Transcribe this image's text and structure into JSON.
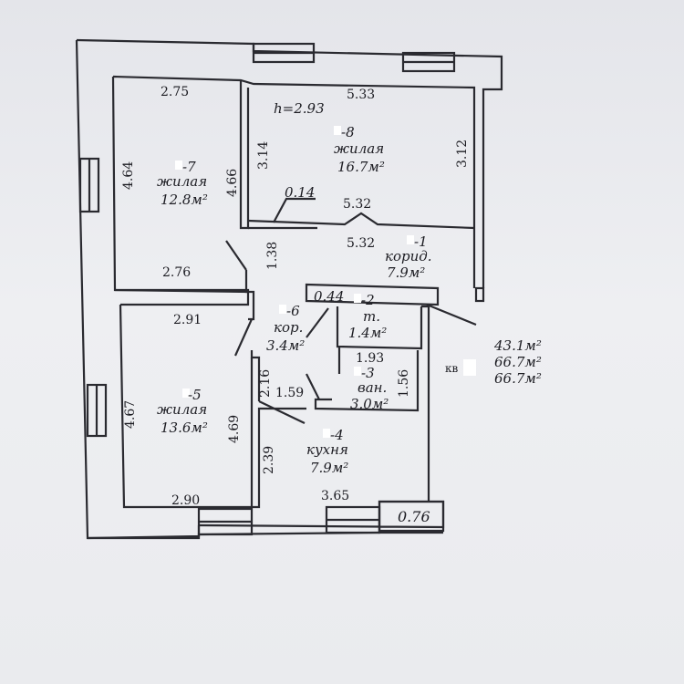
{
  "plan": {
    "height_note": "h=2.93",
    "rooms": [
      {
        "num": "-8",
        "type": "жилая",
        "area": "16.7м²"
      },
      {
        "num": "-7",
        "type": "жилая",
        "area": "12.8м²"
      },
      {
        "num": "-1",
        "type": "корид.",
        "area": "7.9м²"
      },
      {
        "num": "-6",
        "type": "кор.",
        "area": "3.4м²"
      },
      {
        "num": "-2",
        "type": "т.",
        "area": "1.4м²"
      },
      {
        "num": "-3",
        "type": "ван.",
        "area": "3.0м²"
      },
      {
        "num": "-5",
        "type": "жилая",
        "area": "13.6м²"
      },
      {
        "num": "-4",
        "type": "кухня",
        "area": "7.9м²"
      }
    ],
    "dimensions": [
      "2.75",
      "5.33",
      "4.64",
      "3.14",
      "4.66",
      "3.12",
      "0.14",
      "5.32",
      "5.32",
      "1.38",
      "2.76",
      "0.44",
      "2.91",
      "1.93",
      "2.16",
      "1.56",
      "1.59",
      "4.67",
      "4.69",
      "2.39",
      "2.90",
      "3.65",
      "0.76"
    ],
    "summary": {
      "kv_label": "кв",
      "living": "43.1м²",
      "total": "66.7м²",
      "total2": "66.7м²"
    }
  }
}
